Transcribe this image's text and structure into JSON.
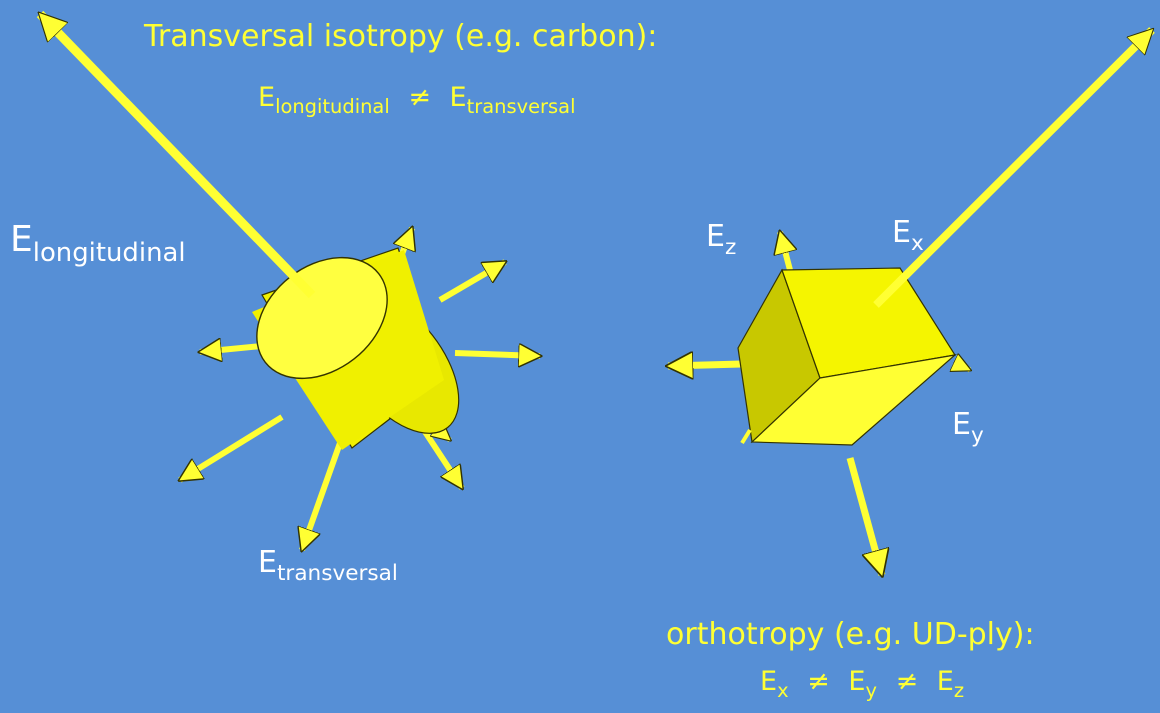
{
  "colors": {
    "background": "#568fd6",
    "shape": "#ffff33",
    "text_highlight": "#ffff33",
    "text_label": "#ffffff"
  },
  "transversal": {
    "title": "Transversal isotropy (e.g. carbon):",
    "eq_e1": "E",
    "eq_sub1": "longitudinal",
    "eq_op": "≠",
    "eq_e2": "E",
    "eq_sub2": "transversal",
    "long_label_e": "E",
    "long_label_sub": "longitudinal",
    "trans_label_e": "E",
    "trans_label_sub": "transversal"
  },
  "orthotropy": {
    "title": "orthotropy (e.g. UD-ply):",
    "eq_e1": "E",
    "eq_sub1": "x",
    "eq_op1": "≠",
    "eq_e2": "E",
    "eq_sub2": "y",
    "eq_op2": "≠",
    "eq_e3": "E",
    "eq_sub3": "z",
    "ex_e": "E",
    "ex_sub": "x",
    "ey_e": "E",
    "ey_sub": "y",
    "ez_e": "E",
    "ez_sub": "z"
  }
}
